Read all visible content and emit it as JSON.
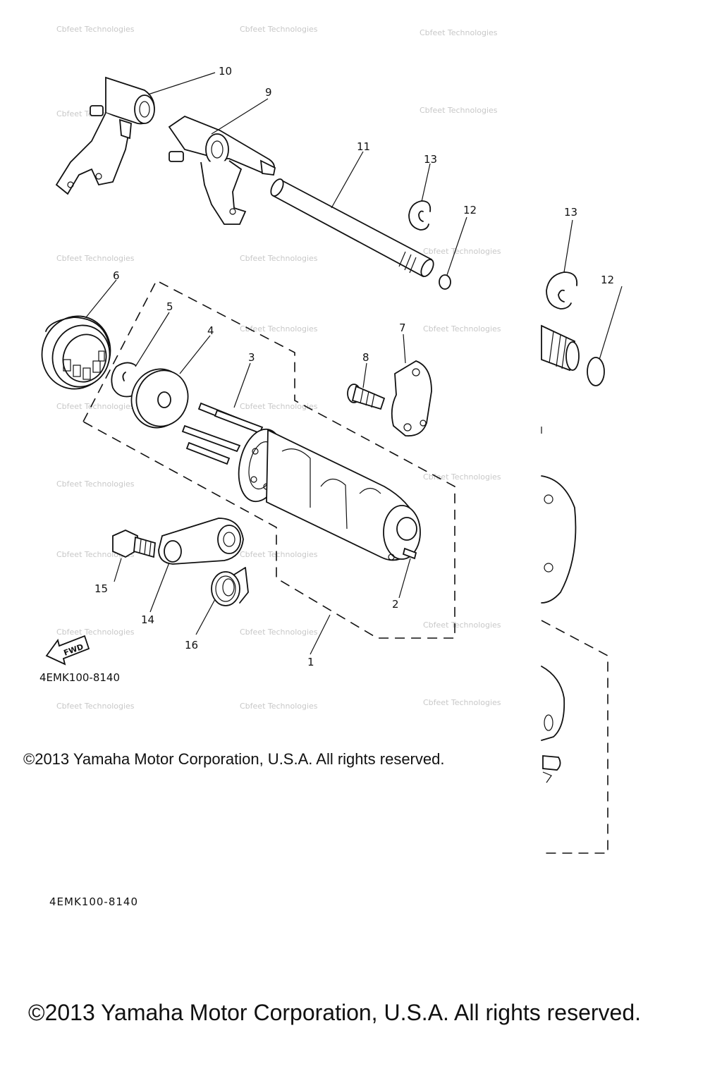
{
  "diagram": {
    "callouts": [
      "10",
      "9",
      "11",
      "13",
      "12",
      "6",
      "5",
      "4",
      "3",
      "7",
      "8",
      "15",
      "14",
      "16",
      "2",
      "1"
    ],
    "inset_callouts": [
      "13",
      "12"
    ],
    "fwd_label": "FWD",
    "drawing_code": "4EMK100-8140",
    "drawing_code_cropped": "4EMK100-8140",
    "watermark": "Cbfeet Technologies"
  },
  "copyright": {
    "inline": "©2013 Yamaha Motor Corporation, U.S.A. All rights reserved.",
    "footer": "©2013 Yamaha Motor Corporation, U.S.A. All rights reserved."
  }
}
